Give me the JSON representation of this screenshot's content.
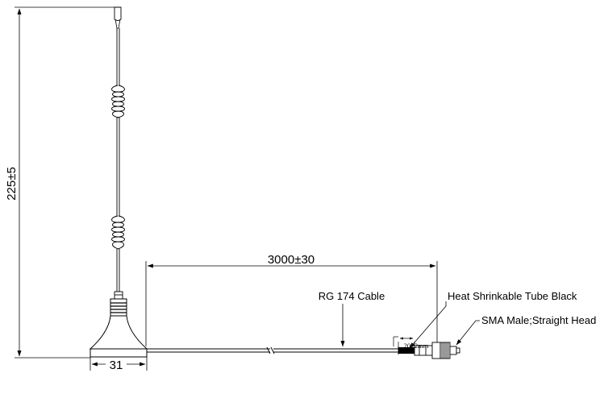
{
  "dimensions": {
    "height": "225±5",
    "cable_length": "3000±30",
    "base_diameter": "31",
    "shrink_tube_length": "20±2mm"
  },
  "callouts": {
    "cable": "RG 174 Cable",
    "shrink_tube": "Heat Shrinkable Tube Black",
    "connector": "SMA Male;Straight Head"
  }
}
